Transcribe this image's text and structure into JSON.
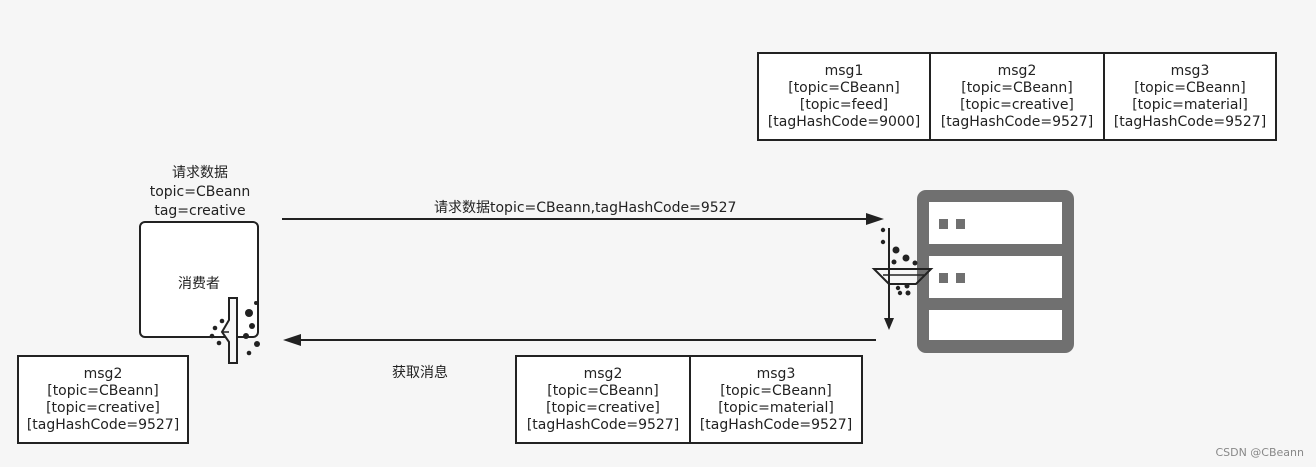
{
  "broker_messages": [
    {
      "name": "msg1",
      "topic": "[topic=CBeann]",
      "tag": "[topic=feed]",
      "hash": "[tagHashCode=9000]"
    },
    {
      "name": "msg2",
      "topic": "[topic=CBeann]",
      "tag": "[topic=creative]",
      "hash": "[tagHashCode=9527]"
    },
    {
      "name": "msg3",
      "topic": "[topic=CBeann]",
      "tag": "[topic=material]",
      "hash": "[tagHashCode=9527]"
    }
  ],
  "consumer": {
    "label": "消费者",
    "request_lines": [
      "请求数据",
      "topic=CBeann",
      "tag=creative"
    ],
    "received": {
      "name": "msg2",
      "topic": "[topic=CBeann]",
      "tag": "[topic=creative]",
      "hash": "[tagHashCode=9527]"
    }
  },
  "arrows": {
    "request_label": "请求数据topic=CBeann,tagHashCode=9527",
    "response_label": "获取消息"
  },
  "returned_messages": [
    {
      "name": "msg2",
      "topic": "[topic=CBeann]",
      "tag": "[topic=creative]",
      "hash": "[tagHashCode=9527]"
    },
    {
      "name": "msg3",
      "topic": "[topic=CBeann]",
      "tag": "[topic=material]",
      "hash": "[tagHashCode=9527]"
    }
  ],
  "watermark": "CSDN @CBeann",
  "colors": {
    "server": "#707070",
    "stroke": "#222222",
    "box_fill": "#ffffff",
    "background": "#f6f6f6"
  }
}
